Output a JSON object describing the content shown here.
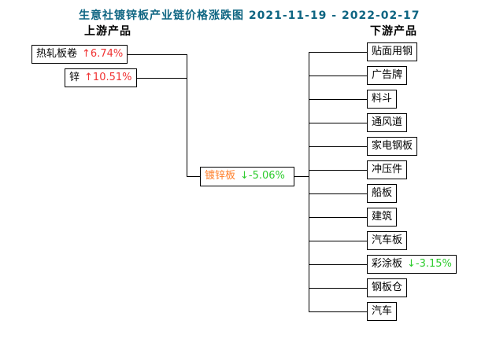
{
  "title": {
    "text": "生意社镀锌板产业链价格涨跌图",
    "date_range": "2021-11-19 - 2022-02-17"
  },
  "sections": {
    "upstream_label": "上游产品",
    "downstream_label": "下游产品"
  },
  "upstream": [
    {
      "name": "热轧板卷",
      "arrow": "↑",
      "change": "6.74%",
      "direction": "up"
    },
    {
      "name": "锌",
      "arrow": "↑",
      "change": "10.51%",
      "direction": "up"
    }
  ],
  "center": {
    "name": "镀锌板",
    "arrow": "↓",
    "change": "-5.06%",
    "direction": "down"
  },
  "downstream": [
    {
      "name": "贴面用钢"
    },
    {
      "name": "广告牌"
    },
    {
      "name": "料斗"
    },
    {
      "name": "通风道"
    },
    {
      "name": "家电钢板"
    },
    {
      "name": "冲压件"
    },
    {
      "name": "船板"
    },
    {
      "name": "建筑"
    },
    {
      "name": "汽车板"
    },
    {
      "name": "彩涂板",
      "arrow": "↓",
      "change": "-3.15%",
      "direction": "down"
    },
    {
      "name": "钢板仓"
    },
    {
      "name": "汽车"
    }
  ],
  "colors": {
    "title": "#0e6582",
    "up": "#f03333",
    "down": "#2ecc2e",
    "center_name": "#ff7f2a",
    "line": "#000000"
  }
}
